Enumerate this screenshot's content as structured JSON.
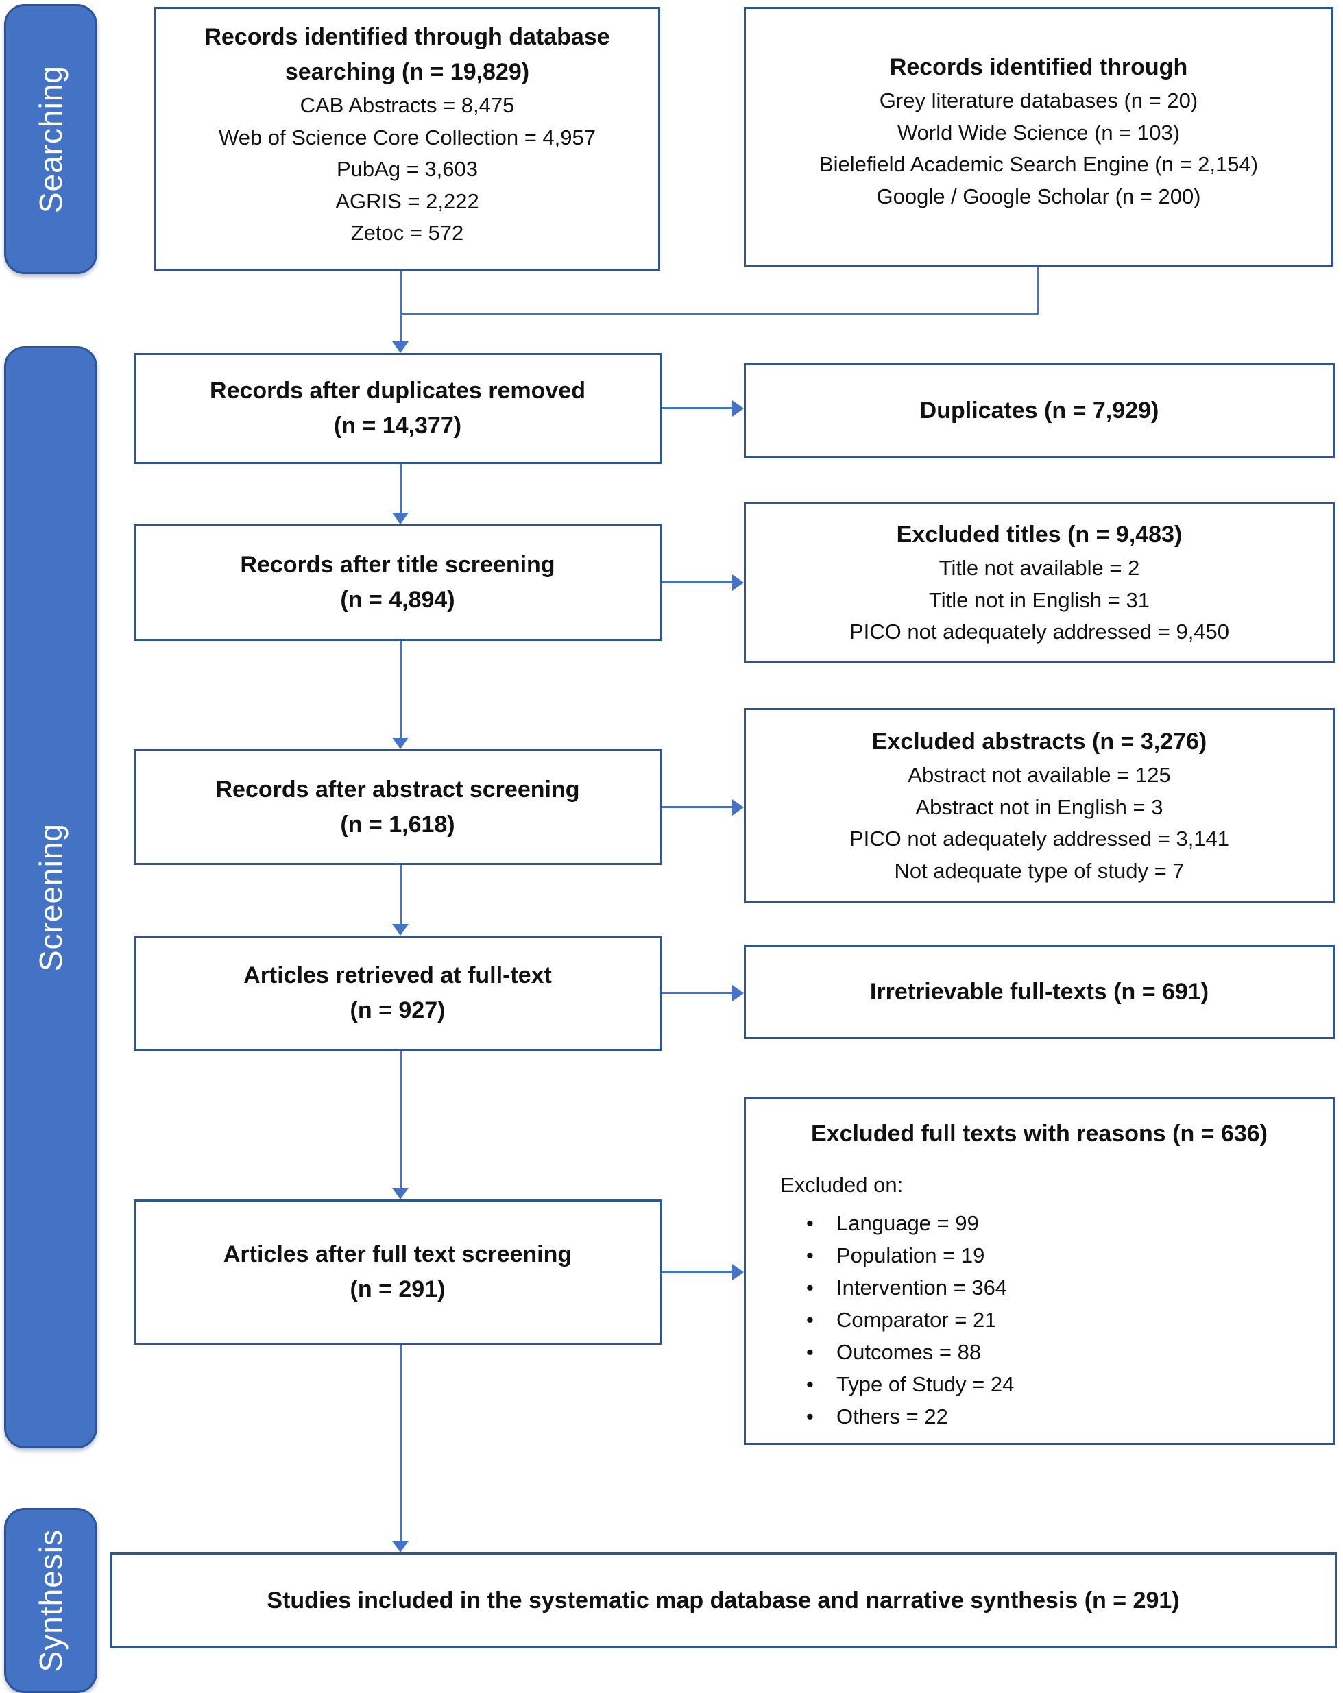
{
  "rail": {
    "searching": "Searching",
    "screening": "Screening",
    "synthesis": "Synthesis"
  },
  "boxes": {
    "db_search": {
      "title": "Records identified through database searching (n = 19,829)",
      "lines": [
        "CAB Abstracts = 8,475",
        "Web of Science Core Collection = 4,957",
        "PubAg = 3,603",
        "AGRIS = 2,222",
        "Zetoc = 572"
      ]
    },
    "grey_lit": {
      "title": "Records identified through",
      "lines": [
        "Grey literature databases (n = 20)",
        "World Wide Science (n = 103)",
        "Bielefield Academic Search Engine (n = 2,154)",
        "Google / Google Scholar (n = 200)"
      ]
    },
    "after_duplicates": {
      "title": "Records after duplicates removed",
      "subtitle": "(n = 14,377)"
    },
    "duplicates": {
      "title": "Duplicates (n = 7,929)"
    },
    "after_title": {
      "title": "Records after title screening",
      "subtitle": "(n = 4,894)"
    },
    "excluded_titles": {
      "title": "Excluded titles (n = 9,483)",
      "lines": [
        "Title not available = 2",
        "Title not in English = 31",
        "PICO not adequately addressed = 9,450"
      ]
    },
    "after_abstract": {
      "title": "Records after abstract screening",
      "subtitle": "(n = 1,618)"
    },
    "excluded_abstracts": {
      "title": "Excluded abstracts (n = 3,276)",
      "lines": [
        "Abstract not available = 125",
        "Abstract not in English = 3",
        "PICO not adequately addressed = 3,141",
        "Not adequate type of study = 7"
      ]
    },
    "full_text_retrieved": {
      "title": "Articles retrieved at full-text",
      "subtitle": "(n = 927)"
    },
    "irretrievable": {
      "title": "Irretrievable full-texts (n = 691)"
    },
    "after_full_text": {
      "title": "Articles after full text screening",
      "subtitle": "(n = 291)"
    },
    "excluded_full_texts": {
      "title": "Excluded full texts with reasons (n = 636)",
      "intro": "Excluded on:",
      "bullets": [
        "Language = 99",
        "Population = 19",
        "Intervention = 364",
        "Comparator = 21",
        "Outcomes = 88",
        "Type of Study = 24",
        "Others = 22"
      ]
    },
    "included": {
      "title": "Studies included in the systematic map database and narrative synthesis (n = 291)"
    }
  },
  "colors": {
    "pill_fill": "#4472C4",
    "pill_border": "#2F5597",
    "box_border": "#2F5597",
    "connector": "#4472C4",
    "text": "#111111"
  }
}
